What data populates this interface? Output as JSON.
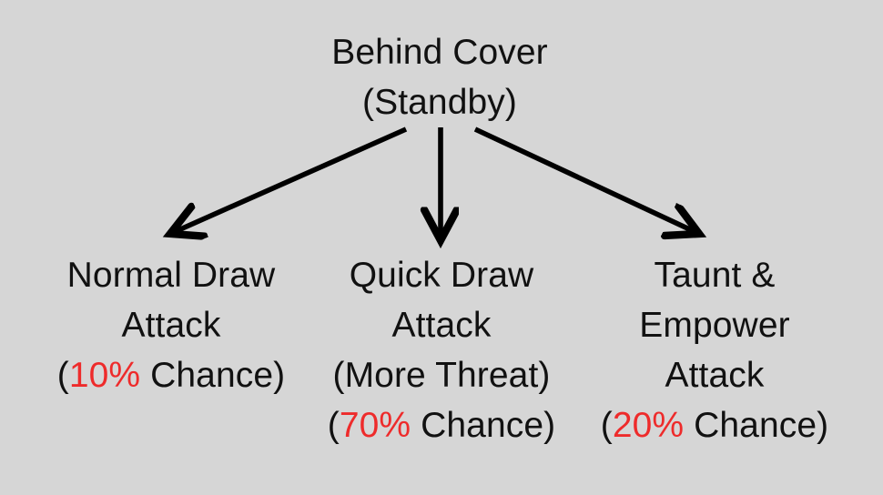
{
  "diagram": {
    "background_color": "#d6d6d6",
    "text_color": "#111111",
    "accent_color": "#ee2b2b",
    "root": {
      "line1": "Behind Cover",
      "line2": "(Standby)"
    },
    "branches": [
      {
        "id": "normal-draw",
        "line1": "Normal Draw",
        "line2": "Attack",
        "chance_open": "(",
        "chance_value": "10%",
        "chance_label": " Chance)"
      },
      {
        "id": "quick-draw",
        "line1": "Quick Draw",
        "line2": "Attack",
        "line3": "(More Threat)",
        "chance_open": "(",
        "chance_value": "70%",
        "chance_label": " Chance)"
      },
      {
        "id": "taunt-empower",
        "line1": "Taunt &",
        "line2": "Empower",
        "line3": "Attack",
        "chance_open": "(",
        "chance_value": "20%",
        "chance_label": " Chance)"
      }
    ],
    "arrows": [
      {
        "name": "arrow-to-normal-draw",
        "from": [
          446,
          142
        ],
        "to": [
          180,
          260
        ]
      },
      {
        "name": "arrow-to-quick-draw",
        "from": [
          484,
          140
        ],
        "to": [
          484,
          270
        ]
      },
      {
        "name": "arrow-to-taunt-empower",
        "from": [
          522,
          142
        ],
        "to": [
          774,
          260
        ]
      }
    ]
  },
  "chart_data": {
    "type": "diagram",
    "title": "Behind Cover (Standby)",
    "categories": [
      "Normal Draw Attack",
      "Quick Draw Attack (More Threat)",
      "Taunt & Empower Attack"
    ],
    "values": [
      10,
      70,
      20
    ],
    "ylabel": "Chance (%)"
  }
}
